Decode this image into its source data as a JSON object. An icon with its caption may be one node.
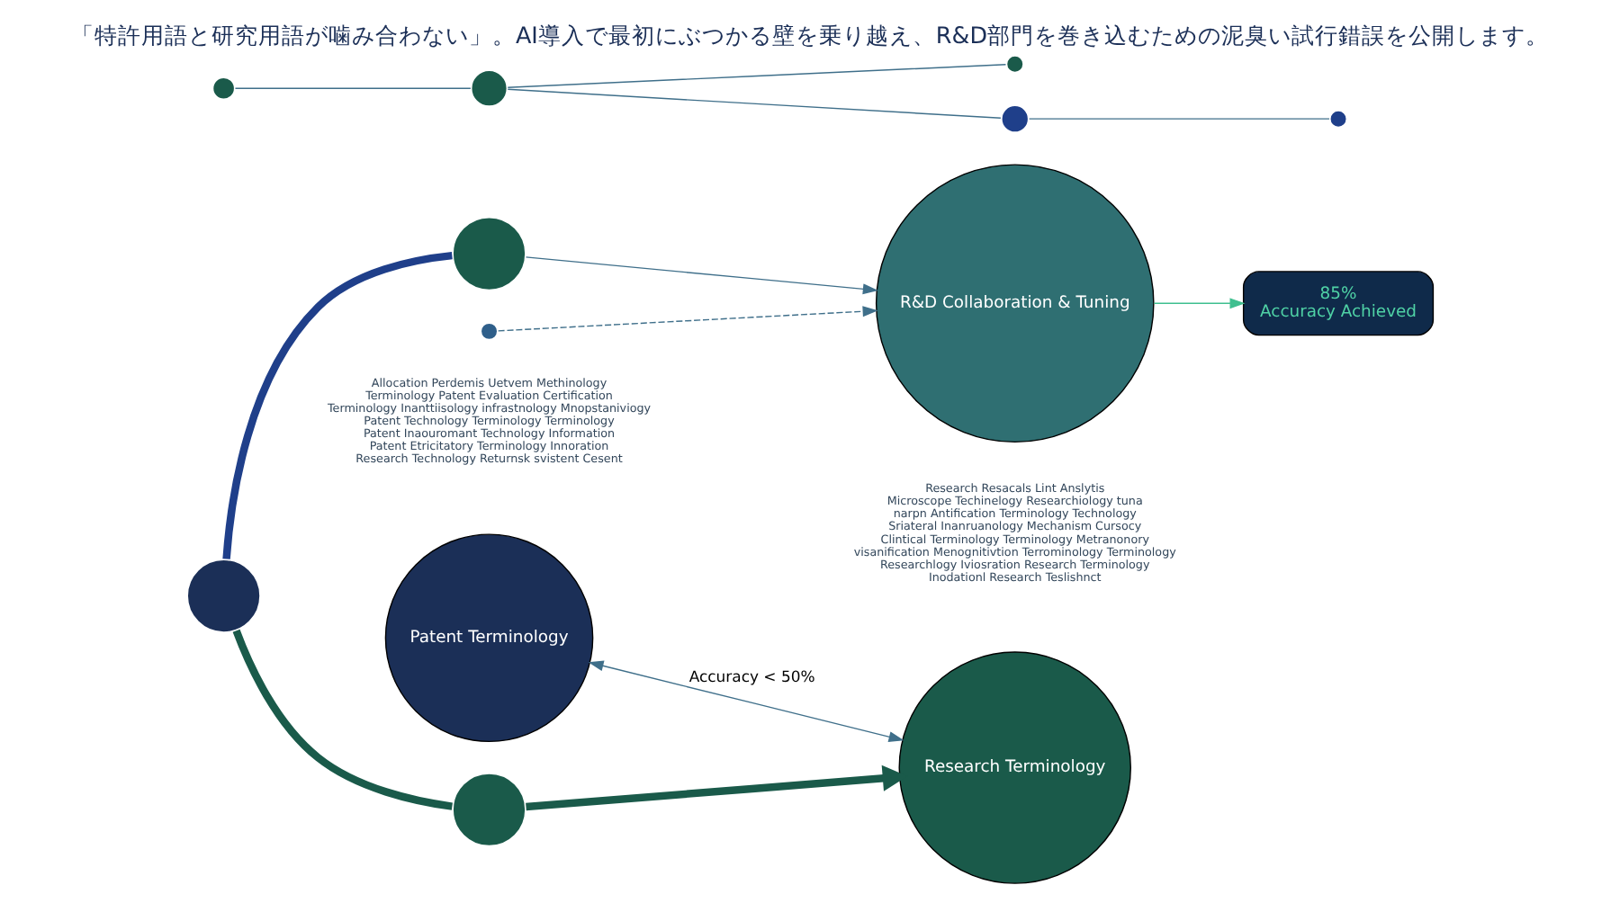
{
  "diagram": {
    "title": "「特許用語と研究用語が噛み合わない」。AI導入で最初にぶつかる壁を乗り越え、R&D部門を巻き込むための泥臭い試行錯誤を公開します。",
    "nodes": [
      {
        "text": [
          "Patent Terminology"
        ],
        "beside": [
          "Allocation",
          "Perdemis",
          "Uetvem",
          "Methinology",
          "Terminology",
          "Patent",
          "Evaluation",
          "Certification",
          "Terminology",
          "Inanttiisology",
          "infrastnology",
          "Mnopstaniviogy",
          "Patent",
          "Technology",
          "Terminology",
          "Terminology",
          "Patent",
          "Inaouromant",
          "Technology",
          "Information",
          "Patent",
          "Etricitatory",
          "Terminology",
          "Innoration",
          "Research",
          "Technology",
          "Returnsk svistent",
          "Cesent"
        ]
      },
      {
        "text": [
          "Research Terminology"
        ],
        "beside": [
          "Research",
          "Resacals",
          "Lint",
          "Anslytis",
          "Microscope",
          "Techinelogy",
          "Researchiology",
          "tuna",
          "narpn",
          "Antification",
          "Terminology",
          "Technology",
          "Sriateral",
          "Inanruanology",
          "Mechanism",
          "Cursocy",
          "Clintical",
          "Terminology",
          "Terminology",
          "Metranonory",
          "visanification",
          "Menognitivtion",
          "Terrominology",
          "Terminology",
          "Researchlogy",
          "Iviosration",
          "Research",
          "Terminology",
          "Inodationl",
          "Research",
          "Teslishnct"
        ]
      },
      {
        "text": [],
        "shape": "circle"
      },
      {
        "text": [],
        "shape": "circle"
      },
      {
        "text": [
          "R&D Collaboration & Tuning"
        ]
      },
      {
        "text": [],
        "shape": "circle"
      },
      {
        "text": [
          "85%",
          "Accuracy Achieved"
        ]
      },
      {
        "text": [],
        "shape": "circle"
      },
      {
        "text": [],
        "shape": "circle"
      },
      {
        "text": [],
        "shape": "circle"
      },
      {
        "text": [],
        "shape": "circle"
      },
      {
        "text": [],
        "shape": "circle"
      },
      {
        "text": [],
        "shape": "circle"
      }
    ],
    "edges": [
      {
        "from": 0,
        "to": 1,
        "arrow": "both",
        "label": "Accuracy < 50%"
      },
      {
        "from": 2,
        "to": 3,
        "arrow": "none",
        "style": "thick",
        "color": "#1f3f8a"
      },
      {
        "from": 2,
        "to": 5,
        "arrow": "none",
        "style": "thick",
        "color": "#1a5a4a"
      },
      {
        "from": 5,
        "to": 1,
        "arrow": "to",
        "style": "thick",
        "color": "#1a5a4a"
      },
      {
        "from": 3,
        "to": 4,
        "arrow": "to"
      },
      {
        "from": 7,
        "to": 4,
        "arrow": "to",
        "style": "dashed"
      },
      {
        "from": 4,
        "to": 6,
        "arrow": "to",
        "color": "#3fbf8f"
      },
      {
        "from": 8,
        "to": 9,
        "arrow": "none"
      },
      {
        "from": 9,
        "to": 10,
        "arrow": "none"
      },
      {
        "from": 9,
        "to": 11,
        "arrow": "none"
      },
      {
        "from": 11,
        "to": 12,
        "arrow": "none"
      }
    ]
  }
}
